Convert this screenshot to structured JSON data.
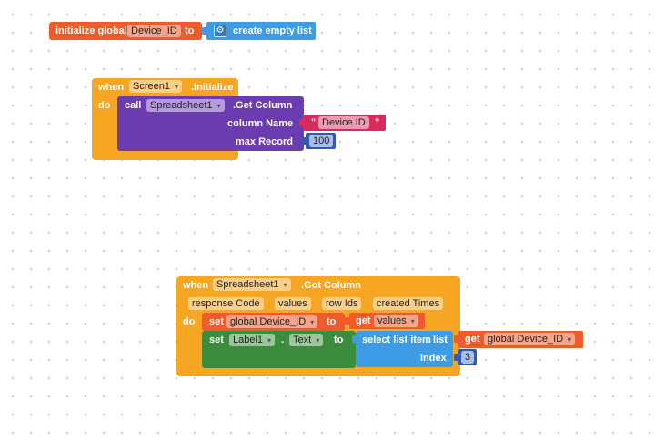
{
  "global_init": {
    "initialize_label": "initialize global",
    "var_name": "Device_ID",
    "to_label": "to",
    "value_block_label": "create empty list",
    "gear_icon": "gear-icon"
  },
  "screen_init": {
    "when_label": "when",
    "component": "Screen1",
    "event": ".Initialize",
    "do_label": "do",
    "call_label": "call",
    "call_component": "Spreadsheet1",
    "method": ".Get Column",
    "param1_label": "column Name",
    "param1_value": "Device ID",
    "quote_open": "\"",
    "quote_close": "\"",
    "param2_label": "max Record",
    "param2_value": "100"
  },
  "got_column": {
    "when_label": "when",
    "component": "Spreadsheet1",
    "event": ".Got Column",
    "params": [
      "response Code",
      "values",
      "row Ids",
      "created Times"
    ],
    "do_label": "do",
    "set1": {
      "set_label": "set",
      "var": "global Device_ID",
      "to_label": "to",
      "get_label": "get",
      "get_var": "values"
    },
    "set2": {
      "set_label": "set",
      "component": "Label1",
      "dot": ".",
      "property": "Text",
      "to_label": "to",
      "select_label": "select list item",
      "list_label": "list",
      "get_label": "get",
      "get_var": "global Device_ID",
      "index_label": "index",
      "index_value": "3"
    }
  },
  "colors": {
    "variables": "#F05B2C",
    "lists": "#3E9BE6",
    "events": "#F6A623",
    "method": "#6A3CB0",
    "text": "#D62B5B",
    "math": "#2F5BB3",
    "component_set": "#3D8B3D"
  }
}
